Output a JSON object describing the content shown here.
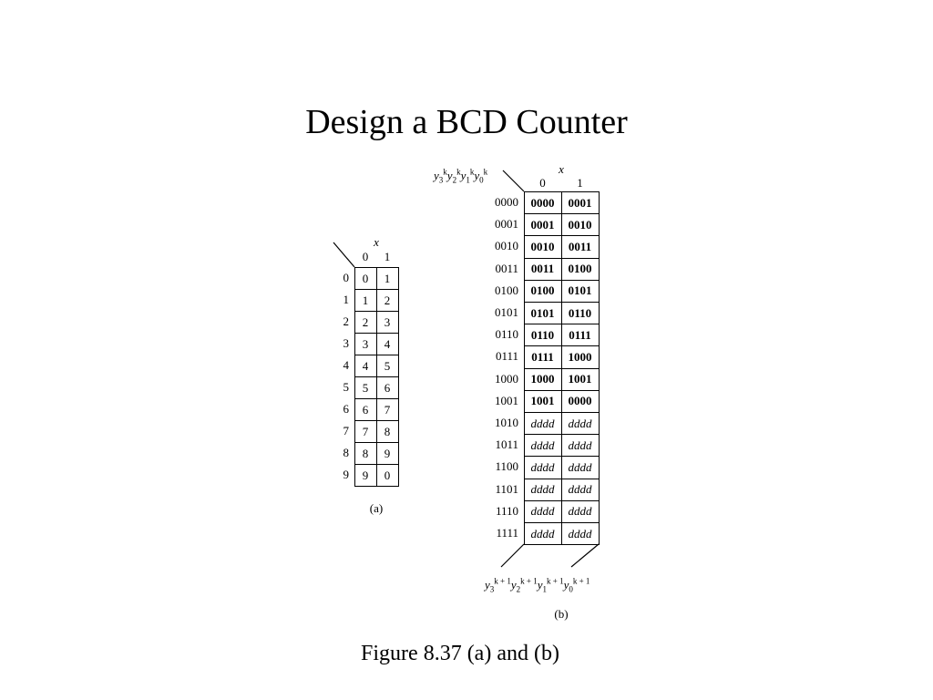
{
  "slide": {
    "title": "Design a BCD Counter",
    "caption": "Figure 8.37 (a) and (b)"
  },
  "table_a": {
    "input_label": "x",
    "columns": [
      "0",
      "1"
    ],
    "rows": [
      {
        "state": "0",
        "next": [
          "0",
          "1"
        ]
      },
      {
        "state": "1",
        "next": [
          "1",
          "2"
        ]
      },
      {
        "state": "2",
        "next": [
          "2",
          "3"
        ]
      },
      {
        "state": "3",
        "next": [
          "3",
          "4"
        ]
      },
      {
        "state": "4",
        "next": [
          "4",
          "5"
        ]
      },
      {
        "state": "5",
        "next": [
          "5",
          "6"
        ]
      },
      {
        "state": "6",
        "next": [
          "6",
          "7"
        ]
      },
      {
        "state": "7",
        "next": [
          "7",
          "8"
        ]
      },
      {
        "state": "8",
        "next": [
          "8",
          "9"
        ]
      },
      {
        "state": "9",
        "next": [
          "9",
          "0"
        ]
      }
    ],
    "label": "(a)"
  },
  "table_b": {
    "input_label": "x",
    "columns": [
      "0",
      "1"
    ],
    "row_header": {
      "vars": [
        "y",
        "y",
        "y",
        "y"
      ],
      "subs": [
        "3",
        "2",
        "1",
        "0"
      ],
      "sup": "k"
    },
    "output_header": {
      "vars": [
        "y",
        "y",
        "y",
        "y"
      ],
      "subs": [
        "3",
        "2",
        "1",
        "0"
      ],
      "sup": "k + 1"
    },
    "rows": [
      {
        "state": "0000",
        "next": [
          "0000",
          "0001"
        ]
      },
      {
        "state": "0001",
        "next": [
          "0001",
          "0010"
        ]
      },
      {
        "state": "0010",
        "next": [
          "0010",
          "0011"
        ]
      },
      {
        "state": "0011",
        "next": [
          "0011",
          "0100"
        ]
      },
      {
        "state": "0100",
        "next": [
          "0100",
          "0101"
        ]
      },
      {
        "state": "0101",
        "next": [
          "0101",
          "0110"
        ]
      },
      {
        "state": "0110",
        "next": [
          "0110",
          "0111"
        ]
      },
      {
        "state": "0111",
        "next": [
          "0111",
          "1000"
        ]
      },
      {
        "state": "1000",
        "next": [
          "1000",
          "1001"
        ]
      },
      {
        "state": "1001",
        "next": [
          "1001",
          "0000"
        ]
      },
      {
        "state": "1010",
        "next": [
          "dddd",
          "dddd"
        ]
      },
      {
        "state": "1011",
        "next": [
          "dddd",
          "dddd"
        ]
      },
      {
        "state": "1100",
        "next": [
          "dddd",
          "dddd"
        ]
      },
      {
        "state": "1101",
        "next": [
          "dddd",
          "dddd"
        ]
      },
      {
        "state": "1110",
        "next": [
          "dddd",
          "dddd"
        ]
      },
      {
        "state": "1111",
        "next": [
          "dddd",
          "dddd"
        ]
      }
    ],
    "label": "(b)"
  }
}
